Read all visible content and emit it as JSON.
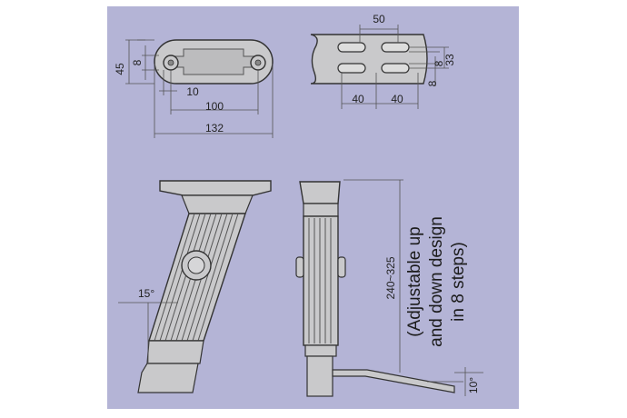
{
  "colors": {
    "panel": "#b4b4d6",
    "part_fill": "#c9c9cb",
    "part_stroke": "#333333",
    "dim_line": "#555555"
  },
  "top_view": {
    "dim_width_outer": "132",
    "dim_width_holes": "100",
    "dim_offset": "10",
    "dim_height": "45",
    "dim_height_small": "8"
  },
  "slot_view": {
    "dim_top": "50",
    "dim_left": "40",
    "dim_right": "40",
    "dim_height": "33",
    "dim_small_a": "8",
    "dim_small_b": "8"
  },
  "front_view": {
    "angle": "15°"
  },
  "side_view": {
    "range": "240~325",
    "angle": "10°",
    "note_lines": [
      "(Adjustable up",
      "and down design",
      "in 8 steps)"
    ]
  }
}
